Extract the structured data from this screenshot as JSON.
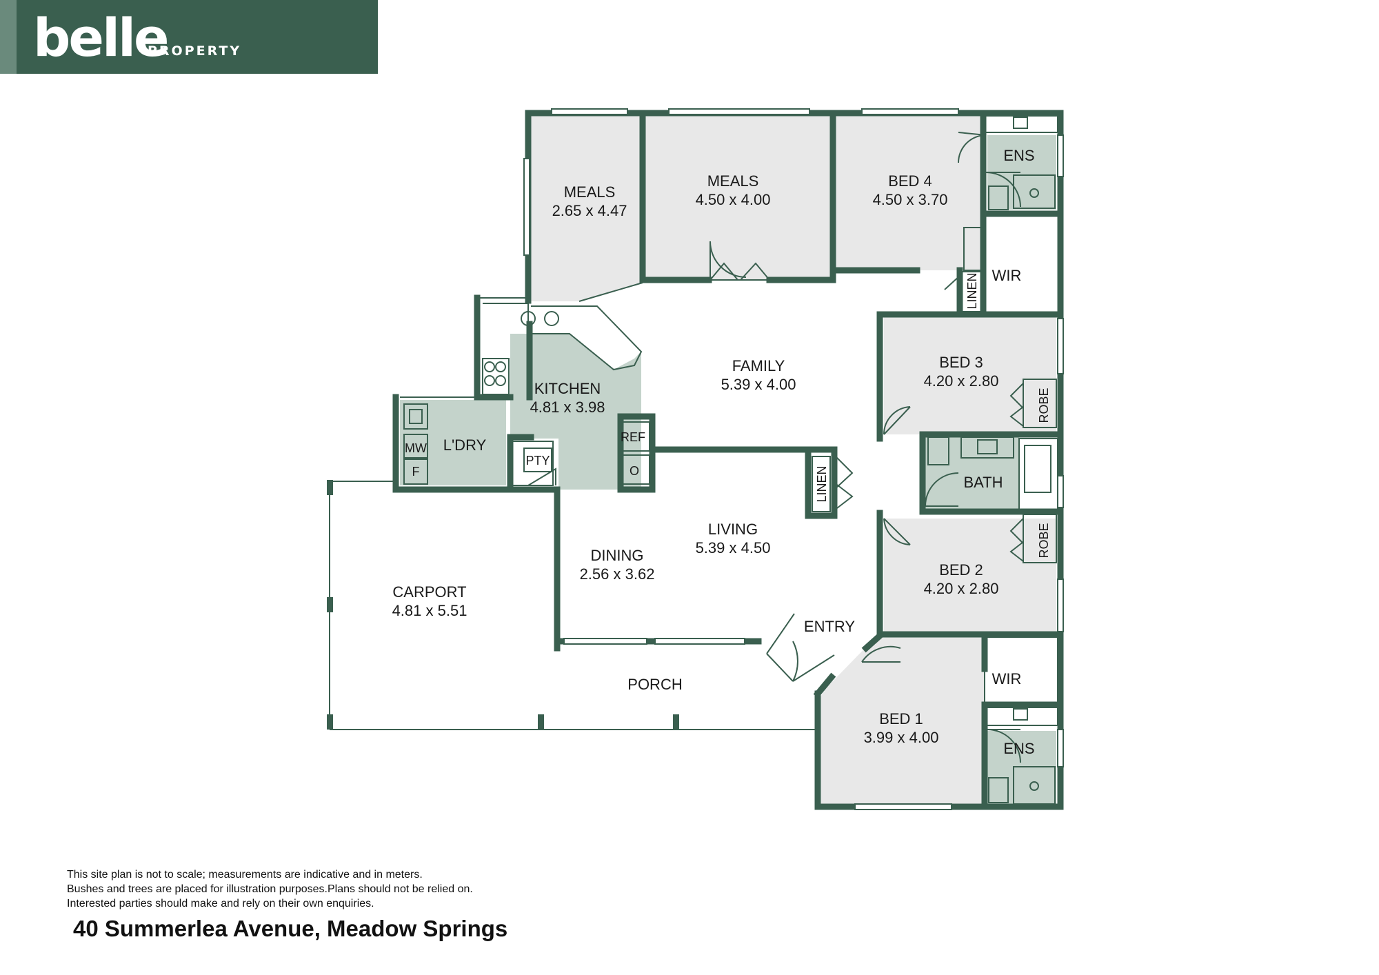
{
  "brand": {
    "logo_text": "belle",
    "logo_sub": "PROPERTY"
  },
  "rooms": {
    "meals1": {
      "name": "MEALS",
      "dims": "2.65 x 4.47"
    },
    "meals2": {
      "name": "MEALS",
      "dims": "4.50 x 4.00"
    },
    "bed4": {
      "name": "BED 4",
      "dims": "4.50 x 3.70"
    },
    "ens_top": {
      "name": "ENS"
    },
    "wir_top": {
      "name": "WIR"
    },
    "linen_top": {
      "name": "LINEN"
    },
    "family": {
      "name": "FAMILY",
      "dims": "5.39 x 4.00"
    },
    "kitchen": {
      "name": "KITCHEN",
      "dims": "4.81 x 3.98"
    },
    "ref": {
      "name": "REF"
    },
    "oven": {
      "name": "O"
    },
    "pty": {
      "name": "PTY"
    },
    "ldry": {
      "name": "L'DRY"
    },
    "mw": {
      "name": "MW"
    },
    "fridge": {
      "name": "F"
    },
    "bed3": {
      "name": "BED 3",
      "dims": "4.20 x 2.80"
    },
    "robe3": {
      "name": "ROBE"
    },
    "bath": {
      "name": "BATH"
    },
    "linen_mid": {
      "name": "LINEN"
    },
    "living": {
      "name": "LIVING",
      "dims": "5.39 x 4.50"
    },
    "dining": {
      "name": "DINING",
      "dims": "2.56 x 3.62"
    },
    "bed2": {
      "name": "BED 2",
      "dims": "4.20 x 2.80"
    },
    "robe2": {
      "name": "ROBE"
    },
    "carport": {
      "name": "CARPORT",
      "dims": "4.81 x 5.51"
    },
    "entry": {
      "name": "ENTRY"
    },
    "porch": {
      "name": "PORCH"
    },
    "wir_bot": {
      "name": "WIR"
    },
    "bed1": {
      "name": "BED 1",
      "dims": "3.99 x 4.00"
    },
    "ens_bot": {
      "name": "ENS"
    }
  },
  "disclaimer": {
    "line1": "This site plan is not to scale; measurements are indicative and in meters.",
    "line2": "Bushes and trees are placed for illustration purposes.Plans should not be relied on.",
    "line3": "Interested parties should make and rely on their own enquiries."
  },
  "address": "40 Summerlea Avenue, Meadow Springs",
  "colors": {
    "wall": "#3a5f4f",
    "room_fill": "#e8e8e8",
    "wet_fill": "#c4d3cb",
    "brand_bg": "#3a5f4f"
  }
}
